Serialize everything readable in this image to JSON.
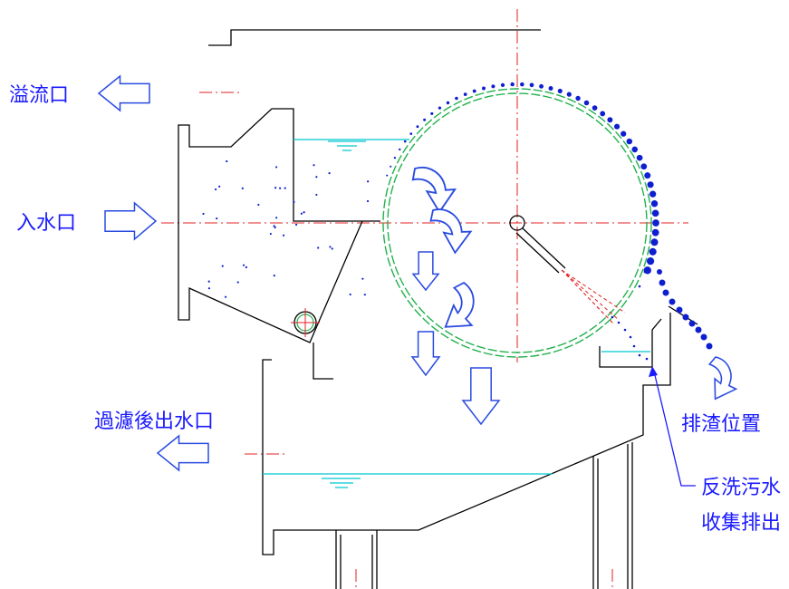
{
  "labels": {
    "overflow": "溢流口",
    "inlet": "入水口",
    "filtered_outlet": "過濾後出水口",
    "discharge": "排渣位置",
    "backwash_line1": "反洗污水",
    "backwash_line2": "收集排出"
  },
  "colors": {
    "structure": "#000000",
    "drum": "#22b14c",
    "centerline": "#e02020",
    "water": "#00c8d2",
    "label": "#1a1aff",
    "particle": "#0f1fd0",
    "arrow": "#2a4be0"
  }
}
